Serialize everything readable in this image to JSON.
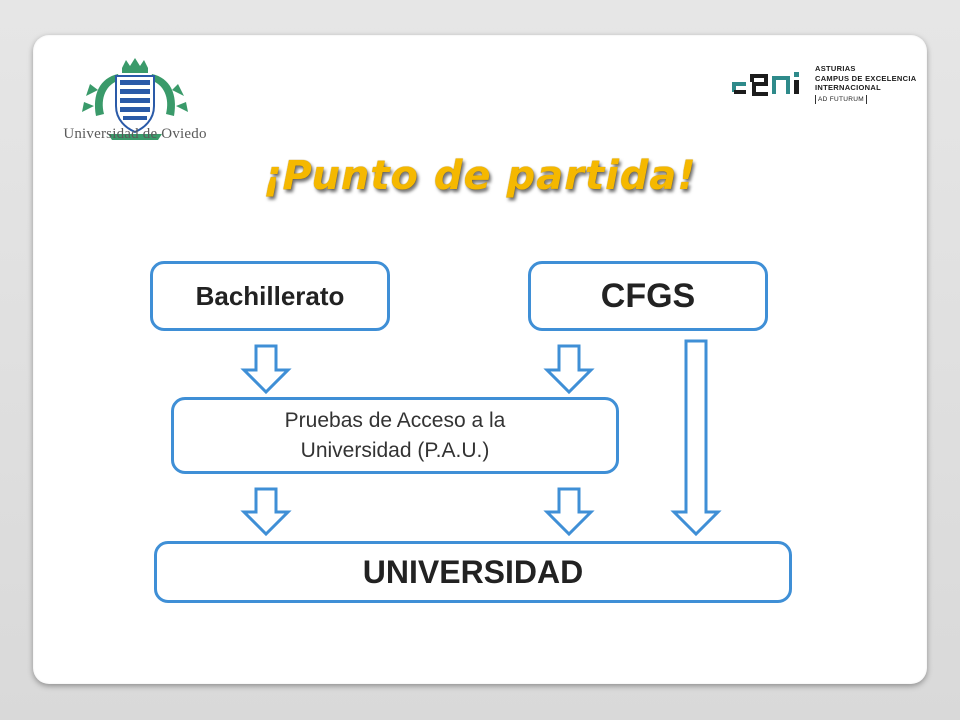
{
  "branding": {
    "university_name": "Universidad de Oviedo",
    "campus_lines": [
      "ASTURIAS",
      "CAMPUS DE EXCELENCIA",
      "INTERNACIONAL"
    ],
    "campus_motto": "AD FUTURUM"
  },
  "title": "¡Punto de partida!",
  "diagram": {
    "nodes": {
      "bachillerato": "Bachillerato",
      "cfgs": "CFGS",
      "pau_line1": "Pruebas de Acceso a la",
      "pau_line2": "Universidad (P.A.U.)",
      "universidad": "UNIVERSIDAD"
    },
    "edges": [
      {
        "from": "bachillerato",
        "to": "pau"
      },
      {
        "from": "cfgs",
        "to": "pau"
      },
      {
        "from": "pau",
        "to": "universidad"
      },
      {
        "from": "pau",
        "to": "universidad"
      },
      {
        "from": "cfgs",
        "to": "universidad"
      }
    ]
  },
  "colors": {
    "title": "#f5b800",
    "box_border": "#3f8fd6",
    "uo_green": "#3a9a6a",
    "uo_blue": "#2a5aa8",
    "cei_teal": "#2e8a8a"
  }
}
